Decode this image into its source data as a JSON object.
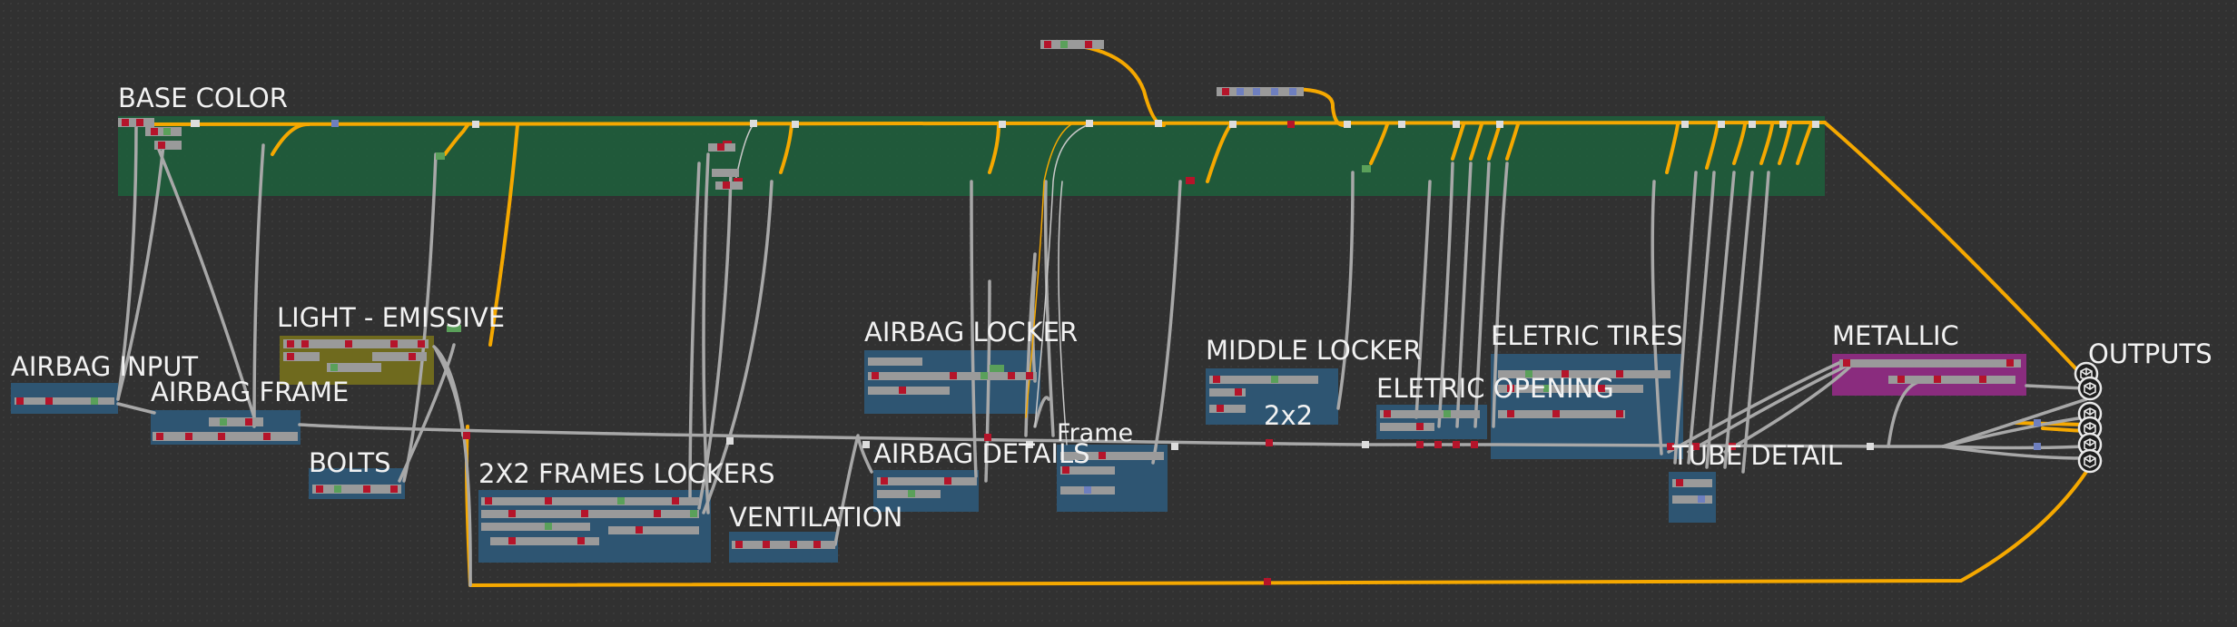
{
  "editor": "node-graph",
  "frames": [
    {
      "key": "base_color",
      "label": "BASE COLOR",
      "color": "#1f5e3c"
    },
    {
      "key": "light_emissive",
      "label": "LIGHT - EMISSIVE",
      "color": "#6f6a1e"
    },
    {
      "key": "airbag_input",
      "label": "AIRBAG INPUT",
      "color": "#2e5572"
    },
    {
      "key": "airbag_frame",
      "label": "AIRBAG FRAME",
      "color": "#2e5572"
    },
    {
      "key": "bolts",
      "label": "BOLTS",
      "color": "#2e5572"
    },
    {
      "key": "frames_lockers",
      "label": "2X2 FRAMES LOCKERS",
      "color": "#2e5572"
    },
    {
      "key": "ventilation",
      "label": "VENTILATION",
      "color": "#2e5572"
    },
    {
      "key": "airbag_locker",
      "label": "AIRBAG LOCKER",
      "color": "#2e5572"
    },
    {
      "key": "airbag_details",
      "label": "AIRBAG DETAILS",
      "color": "#2e5572"
    },
    {
      "key": "frame",
      "label": "Frame",
      "color": "#2e5572"
    },
    {
      "key": "middle_locker",
      "label": "MIDDLE LOCKER",
      "color": "#2e5572"
    },
    {
      "key": "two_by_two",
      "label": "2x2",
      "color": "#2e5572"
    },
    {
      "key": "eletric_opening",
      "label": "ELETRIC OPENING",
      "color": "#2e5572"
    },
    {
      "key": "eletric_tires",
      "label": "ELETRIC TIRES",
      "color": "#2e5572"
    },
    {
      "key": "tube_detail",
      "label": "TUBE DETAIL",
      "color": "#2e5572"
    },
    {
      "key": "metallic",
      "label": "METALLIC",
      "color": "#8a2c7e"
    },
    {
      "key": "outputs",
      "label": "OUTPUTS",
      "color": "transparent"
    }
  ],
  "wire_colors": {
    "float": "#a8a8a8",
    "color": "#f5a800",
    "vector": "#6a6ad0"
  },
  "socket_colors": {
    "red": "#b5142a",
    "green": "#5aa05a",
    "gray": "#9a9a9a",
    "blue": "#6e7fbf",
    "white": "#dddddd"
  },
  "output_icons": [
    "cube-icon",
    "cube-icon",
    "cube-icon",
    "cube-icon",
    "cube-icon",
    "cube-icon"
  ]
}
